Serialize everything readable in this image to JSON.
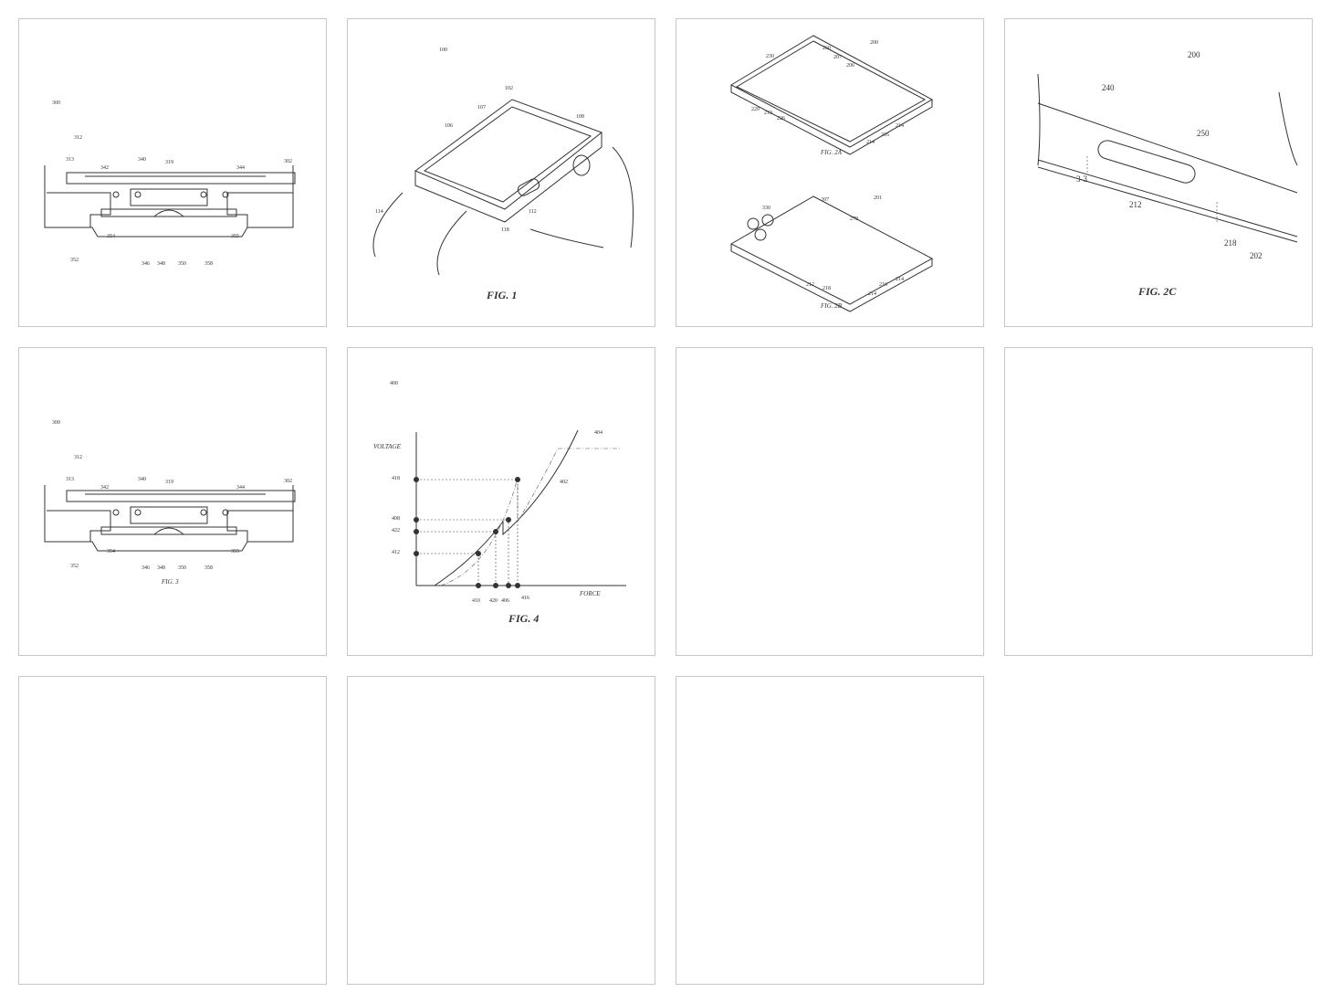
{
  "figures": [
    {
      "caption": "",
      "labels": [
        "300",
        "312",
        "313",
        "340",
        "319",
        "302",
        "342",
        "344",
        "354",
        "355",
        "352",
        "346",
        "348",
        "350",
        "358"
      ]
    },
    {
      "caption": "FIG. 1",
      "labels": [
        "100",
        "102",
        "107",
        "106",
        "108",
        "114",
        "118",
        "112"
      ]
    },
    {
      "caption_a": "FIG. 2A",
      "caption_b": "FIG. 2B",
      "labels": [
        "230",
        "260",
        "207",
        "206",
        "200",
        "220",
        "210",
        "226",
        "214",
        "216",
        "214",
        "201",
        "330",
        "207",
        "278",
        "212",
        "218",
        "216",
        "214",
        "214"
      ]
    },
    {
      "caption": "FIG. 2C",
      "labels": [
        "200",
        "240",
        "250",
        "3-3",
        "212",
        "218",
        "202"
      ]
    },
    {
      "caption": "FIG. 3",
      "labels": [
        "300",
        "312",
        "313",
        "340",
        "319",
        "302",
        "342",
        "344",
        "354",
        "355",
        "352",
        "346",
        "348",
        "350",
        "358"
      ]
    },
    {
      "caption": "FIG. 4",
      "labels": [
        "400",
        "VOLTAGE",
        "FORCE",
        "418",
        "408",
        "422",
        "412",
        "410",
        "420",
        "406",
        "416",
        "404",
        "402"
      ]
    },
    {
      "caption": ""
    },
    {
      "caption": ""
    },
    {
      "caption": ""
    },
    {
      "caption": ""
    },
    {
      "caption": ""
    }
  ]
}
